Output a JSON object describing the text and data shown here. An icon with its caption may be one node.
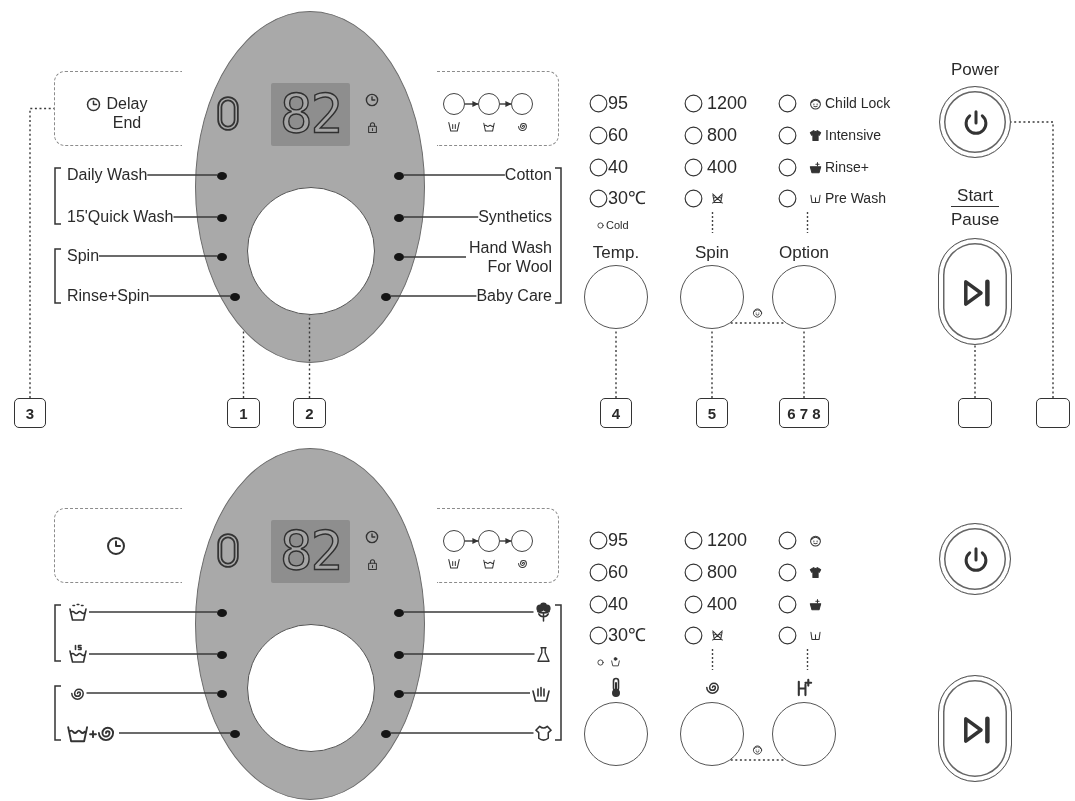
{
  "diagram": {
    "nodes": [
      {
        "text": [
          "Delay End"
        ]
      },
      {
        "text": [],
        "shape": "oval"
      },
      {
        "text": [
          "82"
        ],
        "in": 1
      },
      {
        "text": [],
        "shape": "circle",
        "in": 1
      },
      {
        "text": [],
        "shape": "circle",
        "in": 1
      },
      {
        "text": [],
        "shape": "circle",
        "in": 1
      },
      {
        "text": [],
        "shape": "circle",
        "in": 1
      },
      {
        "text": [],
        "shape": "circle",
        "in": 1
      },
      {
        "text": [],
        "shape": "circle",
        "in": 1
      },
      {
        "text": [],
        "shape": "circle",
        "in": 1
      },
      {
        "text": [],
        "shape": "circle",
        "in": 1
      },
      {
        "text": [],
        "shape": "circle",
        "in": 1
      },
      {
        "text": [],
        "shape": "box"
      },
      {
        "text": [],
        "shape": "circle",
        "in": 12
      },
      {
        "text": [],
        "shape": "circle",
        "in": 12
      },
      {
        "text": [],
        "shape": "circle",
        "in": 12
      },
      {
        "text": [
          "Daily Wash"
        ]
      },
      {
        "text": [
          "15'Quick Wash"
        ]
      },
      {
        "text": [
          "Spin"
        ]
      },
      {
        "text": [
          "Rinse+Spin"
        ]
      },
      {
        "text": [
          "Cotton"
        ]
      },
      {
        "text": [
          "Synthetics"
        ]
      },
      {
        "text": [
          "Hand Wash For Wool"
        ]
      },
      {
        "text": [
          "Baby Care"
        ]
      },
      {
        "text": [
          "Temp."
        ]
      },
      {
        "text": [
          "Spin"
        ]
      },
      {
        "text": [
          "Option"
        ]
      },
      {
        "text": [
          "Power"
        ]
      },
      {
        "text": [
          "Start",
          "Pause"
        ]
      },
      {
        "text": [
          "3"
        ]
      },
      {
        "text": [
          "1"
        ]
      },
      {
        "text": [
          "2"
        ]
      },
      {
        "text": [
          "4"
        ]
      },
      {
        "text": [
          "5"
        ]
      },
      {
        "text": [
          "6 7 8"
        ]
      },
      {
        "text": [],
        "shape": "box"
      },
      {
        "text": [],
        "shape": "box"
      },
      {
        "text": [],
        "shape": "box"
      },
      {
        "text": [],
        "shape": "oval"
      },
      {
        "text": [
          "82"
        ],
        "in": 38
      },
      {
        "text": [],
        "shape": "circle",
        "in": 38
      },
      {
        "text": [],
        "shape": "circle",
        "in": 38
      },
      {
        "text": [],
        "shape": "circle",
        "in": 38
      },
      {
        "text": [],
        "shape": "circle",
        "in": 38
      },
      {
        "text": [],
        "shape": "circle",
        "in": 38
      },
      {
        "text": [],
        "shape": "circle",
        "in": 38
      },
      {
        "text": [],
        "shape": "circle",
        "in": 38
      },
      {
        "text": [],
        "shape": "circle",
        "in": 38
      },
      {
        "text": [],
        "shape": "circle",
        "in": 38
      },
      {
        "text": [],
        "shape": "box"
      },
      {
        "text": [],
        "shape": "circle",
        "in": 49
      },
      {
        "text": [],
        "shape": "circle",
        "in": 49
      },
      {
        "text": [],
        "shape": "circle",
        "in": 49
      },
      {
        "text": [],
        "shape": "picture"
      },
      {
        "text": [],
        "shape": "picture"
      },
      {
        "text": [],
        "shape": "picture"
      },
      {
        "text": [],
        "shape": "picture"
      },
      {
        "text": [],
        "shape": "picture"
      },
      {
        "text": [],
        "shape": "picture"
      },
      {
        "text": [],
        "shape": "picture"
      },
      {
        "text": [],
        "shape": "picture"
      },
      {
        "text": [],
        "shape": "circle"
      },
      {
        "text": [],
        "shape": "circle"
      },
      {
        "text": [],
        "shape": "circle"
      },
      {
        "text": [],
        "shape": "circle"
      },
      {
        "text": [],
        "shape": "capsule"
      }
    ],
    "edges": [
      {
        "from": 16,
        "to": 4,
        "arrow": "none"
      },
      {
        "from": 17,
        "to": 5,
        "arrow": "none"
      },
      {
        "from": 18,
        "to": 6,
        "arrow": "none"
      },
      {
        "from": 19,
        "to": 7,
        "arrow": "none"
      },
      {
        "from": 20,
        "to": 8,
        "arrow": "none"
      },
      {
        "from": 21,
        "to": 9,
        "arrow": "none"
      },
      {
        "from": 22,
        "to": 10,
        "arrow": "none"
      },
      {
        "from": 23,
        "to": 11,
        "arrow": "none"
      },
      {
        "from": 13,
        "to": 14,
        "arrow": "to"
      },
      {
        "from": 14,
        "to": 15,
        "arrow": "to"
      },
      {
        "from": 25,
        "to": 26,
        "arrow": "none",
        "style": "dashed"
      },
      {
        "from": 29,
        "to": 0,
        "arrow": "none",
        "style": "dashed"
      },
      {
        "from": 30,
        "to": 1,
        "arrow": "none",
        "style": "dashed"
      },
      {
        "from": 31,
        "to": 3,
        "arrow": "none",
        "style": "dashed"
      },
      {
        "from": 32,
        "to": 24,
        "arrow": "none",
        "style": "dashed"
      },
      {
        "from": 33,
        "to": 25,
        "arrow": "none",
        "style": "dashed"
      },
      {
        "from": 34,
        "to": 26,
        "arrow": "none",
        "style": "dashed"
      },
      {
        "from": 35,
        "to": 28,
        "arrow": "none",
        "style": "dashed"
      },
      {
        "from": 36,
        "to": 27,
        "arrow": "none",
        "style": "dashed"
      },
      {
        "from": 53,
        "to": 41,
        "arrow": "none"
      },
      {
        "from": 54,
        "to": 42,
        "arrow": "none"
      },
      {
        "from": 55,
        "to": 43,
        "arrow": "none"
      },
      {
        "from": 56,
        "to": 44,
        "arrow": "none"
      },
      {
        "from": 57,
        "to": 45,
        "arrow": "none"
      },
      {
        "from": 58,
        "to": 46,
        "arrow": "none"
      },
      {
        "from": 59,
        "to": 47,
        "arrow": "none"
      },
      {
        "from": 60,
        "to": 48,
        "arrow": "none"
      },
      {
        "from": 50,
        "to": 51,
        "arrow": "to"
      },
      {
        "from": 51,
        "to": 52,
        "arrow": "to"
      },
      {
        "from": 62,
        "to": 63,
        "arrow": "none",
        "style": "dashed"
      }
    ],
    "labels": [
      "95",
      "1200",
      "Child Lock",
      "60",
      "800",
      "Intensive",
      "40",
      "400",
      "Rinse+",
      "30℃",
      "Pre Wash",
      "Cold",
      "95",
      "1200",
      "60",
      "800",
      "40",
      "400",
      "30℃"
    ]
  }
}
